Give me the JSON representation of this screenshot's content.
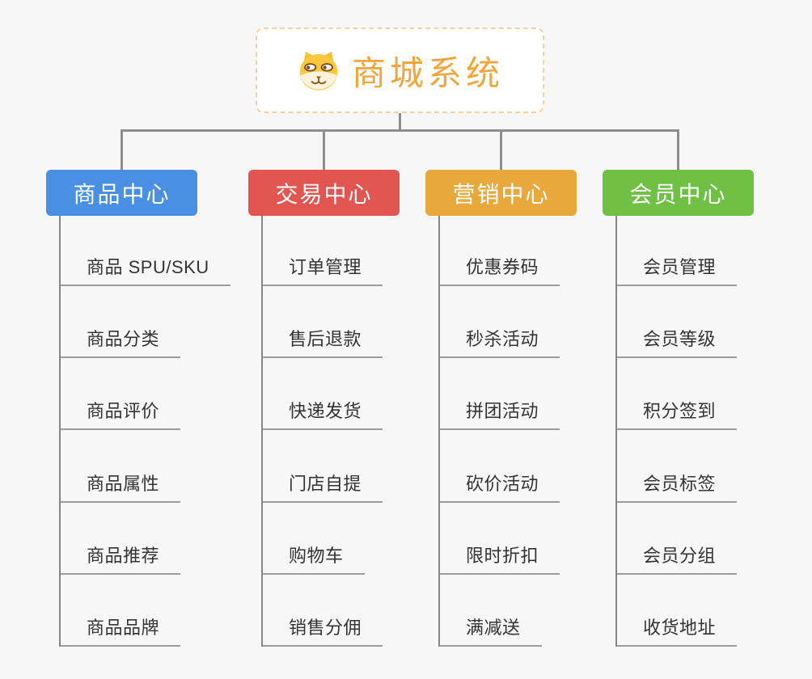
{
  "root": {
    "title": "商城系统",
    "icon": "dog-face-icon",
    "title_color": "#f0a63c",
    "border_color": "#f3d29c"
  },
  "connector_color": "#8e8e8e",
  "branches": [
    {
      "label": "商品中心",
      "color": "#4a90e2",
      "items": [
        "商品 SPU/SKU",
        "商品分类",
        "商品评价",
        "商品属性",
        "商品推荐",
        "商品品牌"
      ]
    },
    {
      "label": "交易中心",
      "color": "#e25652",
      "items": [
        "订单管理",
        "售后退款",
        "快递发货",
        "门店自提",
        "购物车",
        "销售分佣"
      ]
    },
    {
      "label": "营销中心",
      "color": "#e9a83c",
      "items": [
        "优惠券码",
        "秒杀活动",
        "拼团活动",
        "砍价活动",
        "限时折扣",
        "满减送"
      ]
    },
    {
      "label": "会员中心",
      "color": "#6fc044",
      "items": [
        "会员管理",
        "会员等级",
        "积分签到",
        "会员标签",
        "会员分组",
        "收货地址"
      ]
    }
  ]
}
